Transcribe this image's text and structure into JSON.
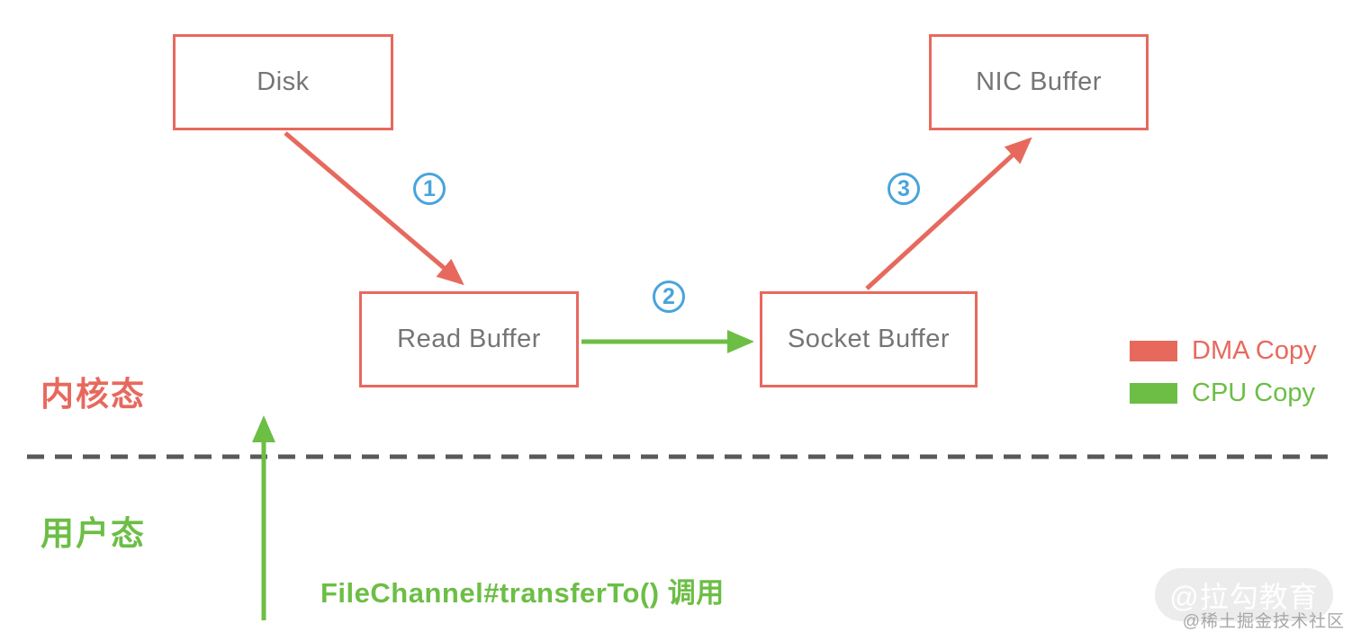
{
  "colors": {
    "red": "#E7695E",
    "green": "#6CBE45",
    "blue": "#48A4DC",
    "node_text": "#757575",
    "dash": "#58595B",
    "wm_pill": "#ECECEC",
    "wm_text": "#A8A8A8"
  },
  "nodes": {
    "disk": {
      "label": "Disk"
    },
    "read_buffer": {
      "label": "Read Buffer"
    },
    "socket_buffer": {
      "label": "Socket Buffer"
    },
    "nic_buffer": {
      "label": "NIC Buffer"
    }
  },
  "steps": {
    "step1": "1",
    "step2": "2",
    "step3": "3"
  },
  "zones": {
    "kernel_label": "内核态",
    "user_label": "用户态"
  },
  "syscall_label": "FileChannel#transferTo() 调用",
  "legend": [
    {
      "label": "DMA Copy",
      "color": "#E7695E"
    },
    {
      "label": "CPU Copy",
      "color": "#6CBE45"
    }
  ],
  "watermarks": {
    "badge": "@拉勾教育",
    "community": "@稀土掘金技术社区"
  }
}
